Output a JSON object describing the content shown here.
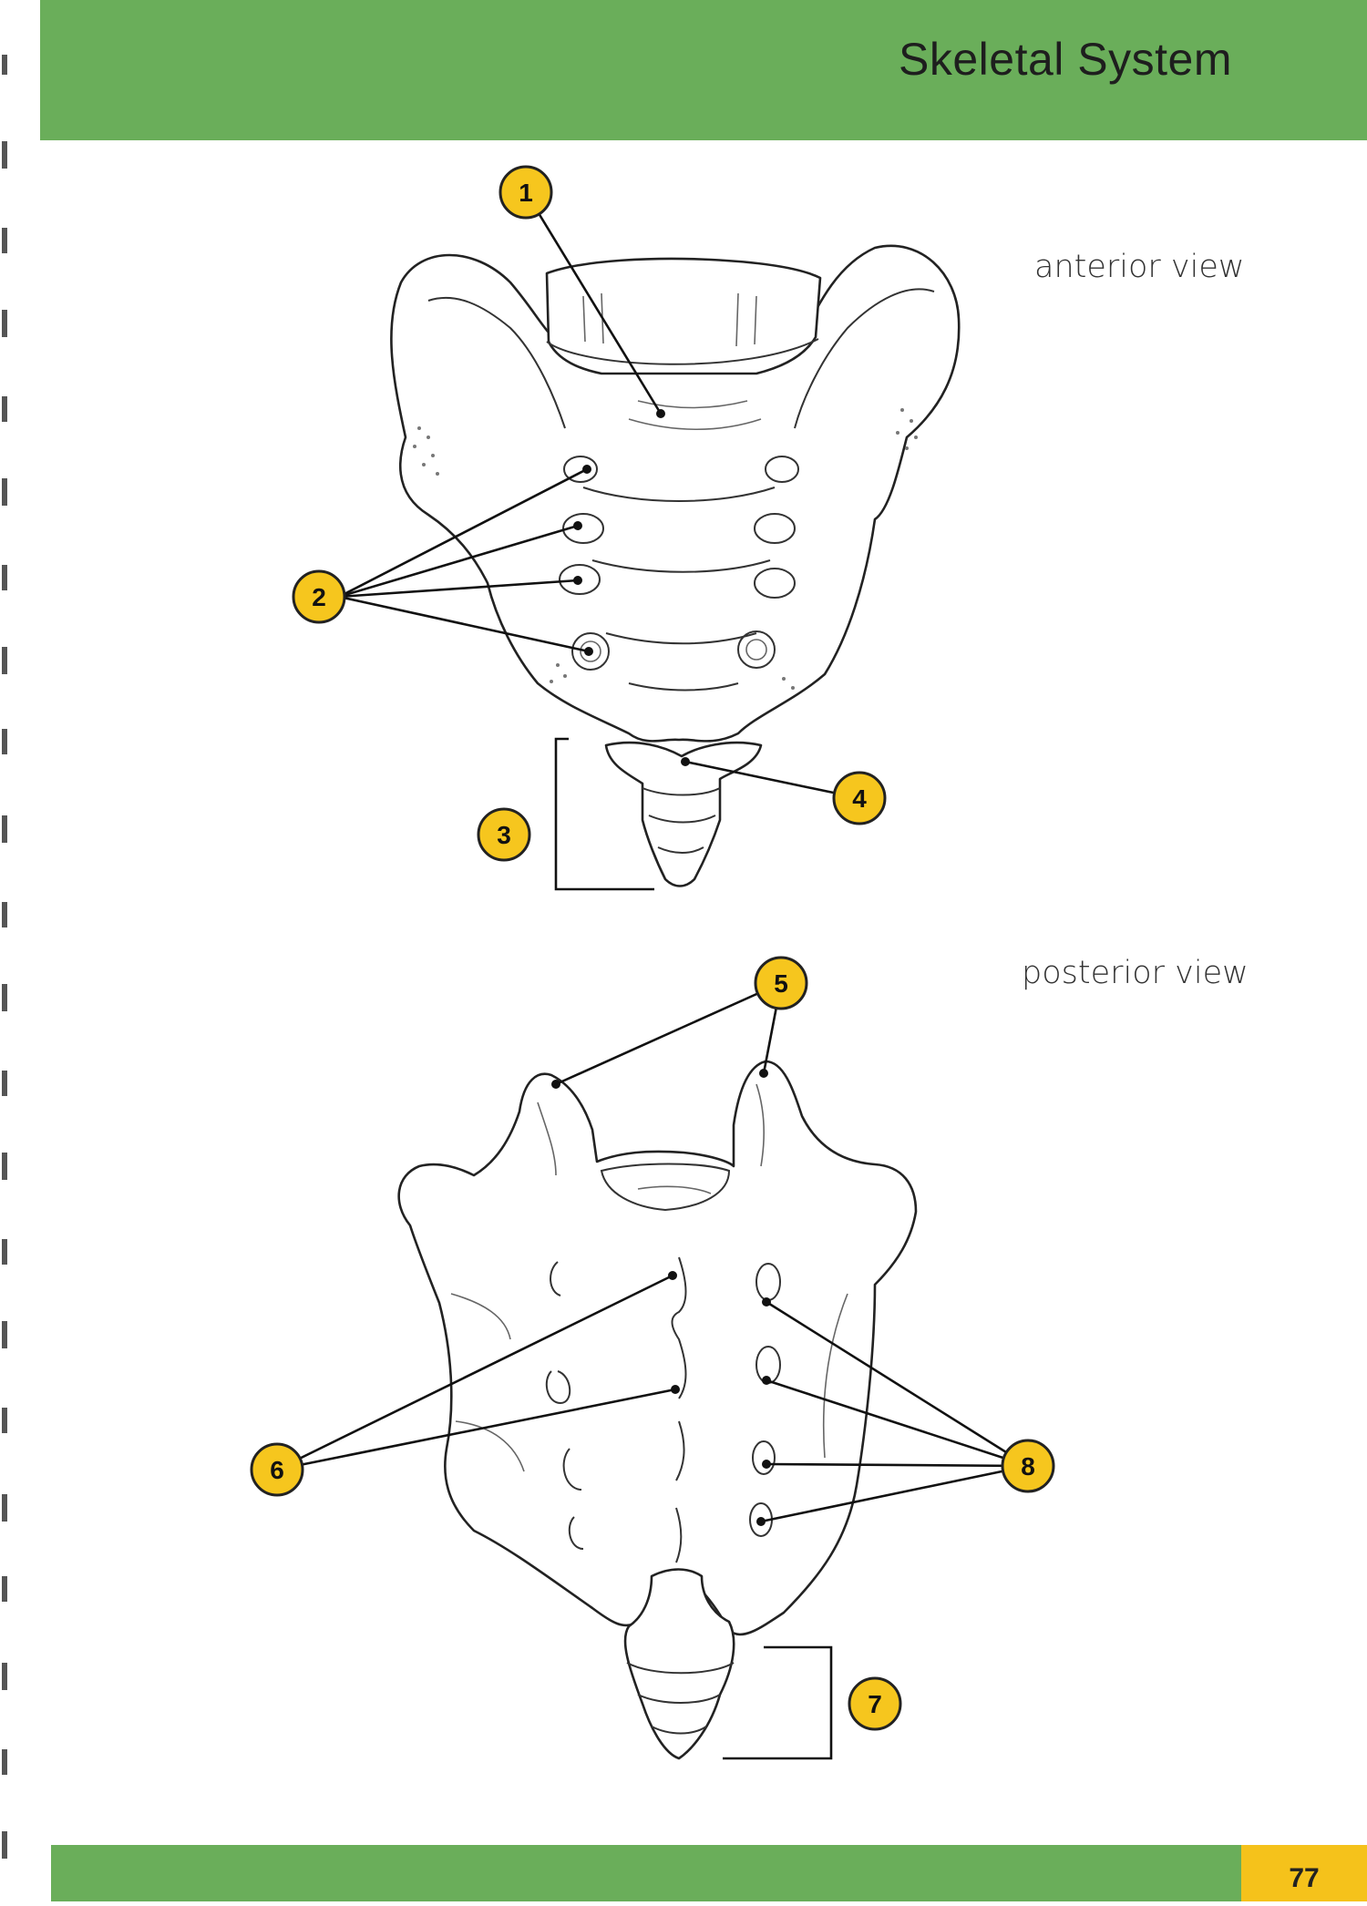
{
  "header": {
    "title": "Skeletal System",
    "color": "#6aae5a"
  },
  "views": {
    "anterior": {
      "label": "anterior view"
    },
    "posterior": {
      "label": "posterior view"
    }
  },
  "callouts": [
    "1",
    "2",
    "3",
    "4",
    "5",
    "6",
    "7",
    "8"
  ],
  "callout_color": "#f6c61e",
  "footer": {
    "page_number": "77",
    "page_box_color": "#f5c21b"
  }
}
